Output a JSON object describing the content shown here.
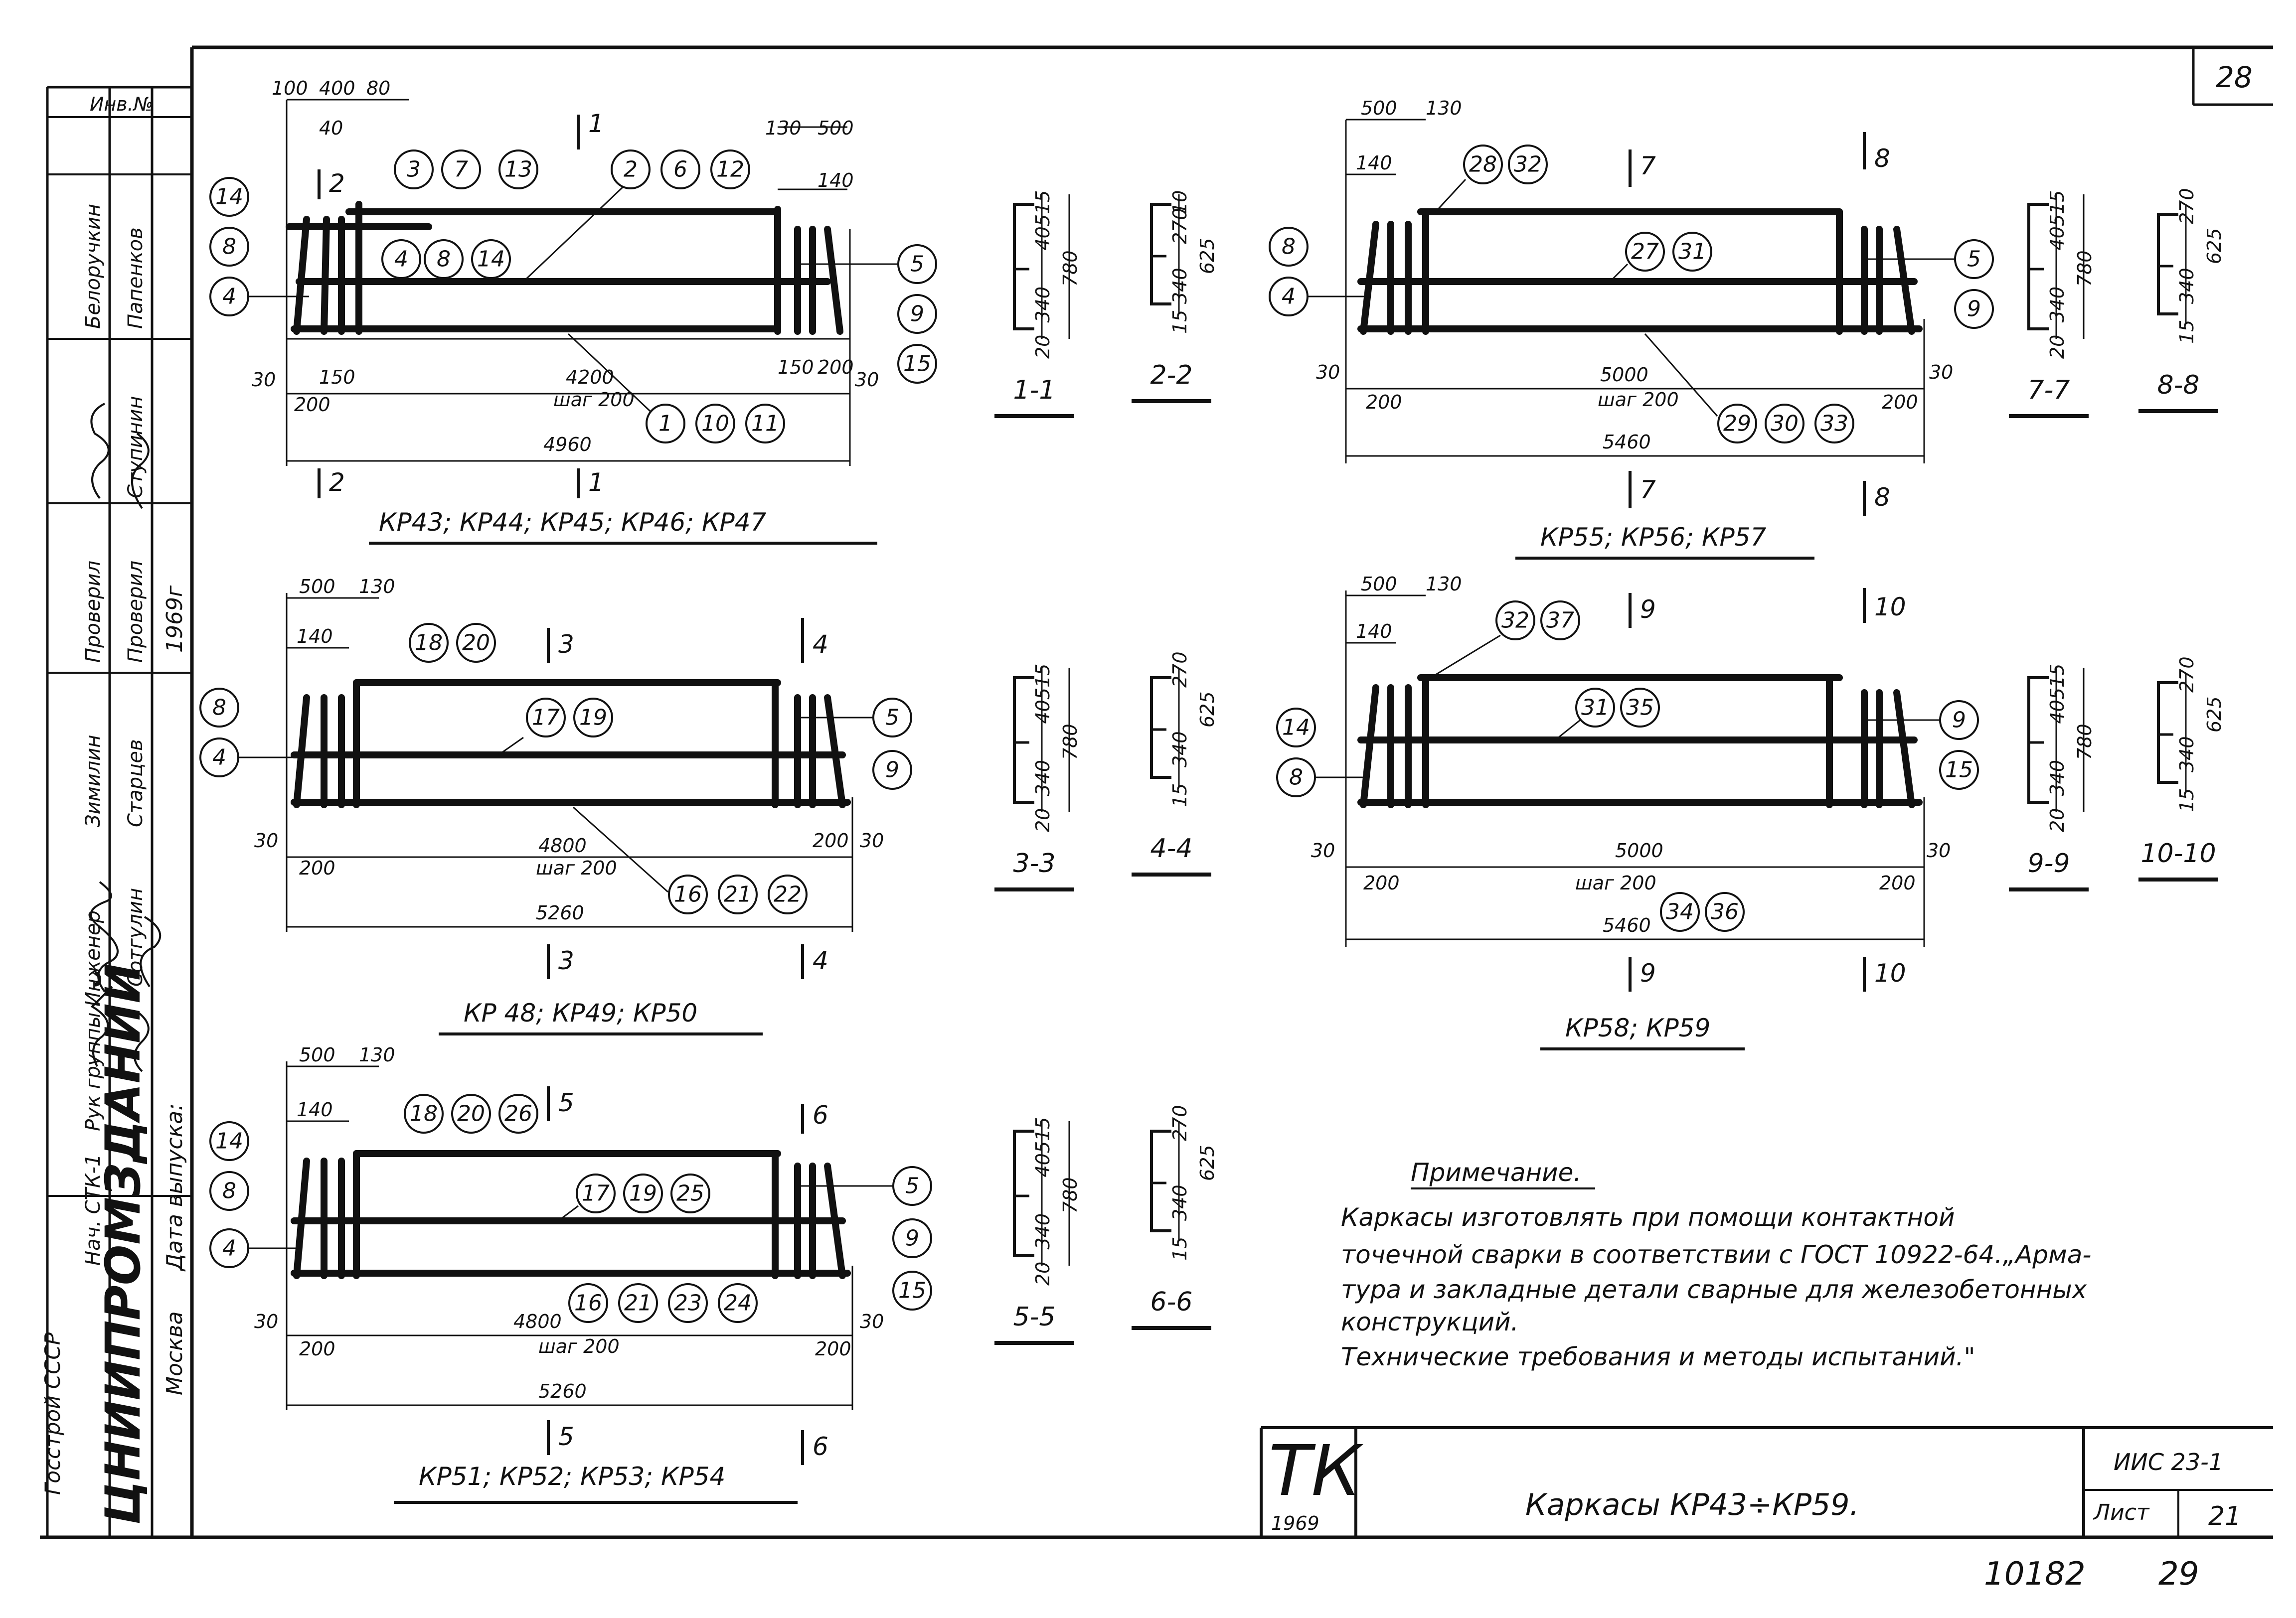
{
  "sheet": {
    "page_no": "28",
    "sheet_no": "21",
    "doc_no": "10182",
    "page_no_bottom": "29"
  },
  "left_stamp": {
    "inv": "Инв.№",
    "titles": [
      "Нач. СТК-1",
      "Рук группы",
      "Инженер",
      "Дата выпуска:"
    ],
    "checked": [
      "Проверил",
      "Проверил"
    ],
    "names": [
      "Зимилин",
      "Старцев",
      "Белоручкин",
      "Сотгулин",
      "Папенков",
      "Ступинин"
    ],
    "year": "1969г",
    "org1": "Госстрой СССР",
    "org2": "ЦНИИПРОМЗДАНИЙ",
    "city": "Москва"
  },
  "title_block": {
    "logo": "ТК",
    "logo_year": "1969",
    "title": "Каркасы КР43÷КР59.",
    "series": "ИИС 23-1",
    "sheet_label": "Лист"
  },
  "note": {
    "heading": "Примечание.",
    "lines": [
      "Каркасы изготовлять при помощи контактной",
      "точечной сварки в соответствии с ГОСТ 10922-64.„Арма-",
      "тура и закладные детали сварные для железобетонных",
      "конструкций.",
      "Технические требования и методы испытаний.\""
    ]
  },
  "frames": [
    {
      "caption": "КР43; КР44; КР45; КР46; КР47",
      "dims_top": [
        "100",
        "400",
        "80",
        "40",
        "130",
        "500",
        "140"
      ],
      "dims_bottom": [
        "30",
        "150",
        "200",
        "4200",
        "шаг 200",
        "150",
        "200",
        "30",
        "4960"
      ],
      "cuts": [
        "1",
        "2"
      ],
      "marks_top": [
        "3",
        "7",
        "13"
      ],
      "marks_mid": [
        "4",
        "8",
        "14"
      ],
      "marks_right_top": [
        "2",
        "6",
        "12"
      ],
      "marks_bottom": [
        "1",
        "10",
        "11"
      ],
      "marks_left": [
        "14",
        "8",
        "4"
      ],
      "marks_right": [
        "5",
        "9",
        "15"
      ]
    },
    {
      "caption": "КР 48; КР49; КР50",
      "dims_top": [
        "500",
        "130",
        "140"
      ],
      "dims_bottom": [
        "30",
        "200",
        "4800",
        "шаг 200",
        "200",
        "30",
        "5260"
      ],
      "cuts": [
        "3",
        "4"
      ],
      "marks_top": [
        "18",
        "20"
      ],
      "marks_mid": [
        "17",
        "19"
      ],
      "marks_bottom": [
        "16",
        "21",
        "22"
      ],
      "marks_left": [
        "8",
        "4"
      ],
      "marks_right": [
        "5",
        "9"
      ]
    },
    {
      "caption": "КР51; КР52; КР53; КР54",
      "dims_top": [
        "500",
        "130",
        "140"
      ],
      "dims_bottom": [
        "30",
        "200",
        "4800",
        "шаг 200",
        "200",
        "30",
        "5260"
      ],
      "cuts": [
        "5",
        "6"
      ],
      "marks_top": [
        "18",
        "20",
        "26"
      ],
      "marks_mid": [
        "17",
        "19",
        "25"
      ],
      "marks_bottom": [
        "16",
        "21",
        "23",
        "24"
      ],
      "marks_left": [
        "14",
        "8",
        "4"
      ],
      "marks_right": [
        "5",
        "9",
        "15"
      ]
    },
    {
      "caption": "КР55; КР56; КР57",
      "dims_top": [
        "500",
        "130",
        "140"
      ],
      "dims_bottom": [
        "30",
        "200",
        "5000",
        "шаг 200",
        "200",
        "30",
        "5460"
      ],
      "cuts": [
        "7",
        "8"
      ],
      "marks_top": [
        "28",
        "32"
      ],
      "marks_mid": [
        "27",
        "31"
      ],
      "marks_bottom": [
        "29",
        "30",
        "33"
      ],
      "marks_left": [
        "8",
        "4"
      ],
      "marks_right": [
        "5",
        "9"
      ]
    },
    {
      "caption": "КР58; КР59",
      "dims_top": [
        "500",
        "130",
        "140"
      ],
      "dims_bottom": [
        "30",
        "200",
        "5000",
        "шаг 200",
        "200",
        "30",
        "5460"
      ],
      "cuts": [
        "9",
        "10"
      ],
      "marks_top": [
        "32",
        "37"
      ],
      "marks_mid": [
        "31",
        "35"
      ],
      "marks_bottom": [
        "34",
        "36"
      ],
      "marks_left": [
        "14",
        "8"
      ],
      "marks_right": [
        "9",
        "15"
      ]
    }
  ],
  "sections": [
    {
      "label": "1-1",
      "dims": [
        "15",
        "405",
        "780",
        "340",
        "20"
      ]
    },
    {
      "label": "2-2",
      "dims": [
        "10",
        "270",
        "625",
        "340",
        "15"
      ]
    },
    {
      "label": "3-3",
      "dims": [
        "15",
        "405",
        "780",
        "340",
        "20"
      ]
    },
    {
      "label": "4-4",
      "dims": [
        "270",
        "625",
        "340",
        "15"
      ]
    },
    {
      "label": "5-5",
      "dims": [
        "15",
        "405",
        "780",
        "340",
        "20"
      ]
    },
    {
      "label": "6-6",
      "dims": [
        "270",
        "625",
        "340",
        "15"
      ]
    },
    {
      "label": "7-7",
      "dims": [
        "15",
        "405",
        "780",
        "340",
        "20"
      ]
    },
    {
      "label": "8-8",
      "dims": [
        "270",
        "625",
        "340",
        "15"
      ]
    },
    {
      "label": "9-9",
      "dims": [
        "15",
        "405",
        "780",
        "340",
        "20"
      ]
    },
    {
      "label": "10-10",
      "dims": [
        "270",
        "625",
        "340",
        "15"
      ]
    }
  ]
}
